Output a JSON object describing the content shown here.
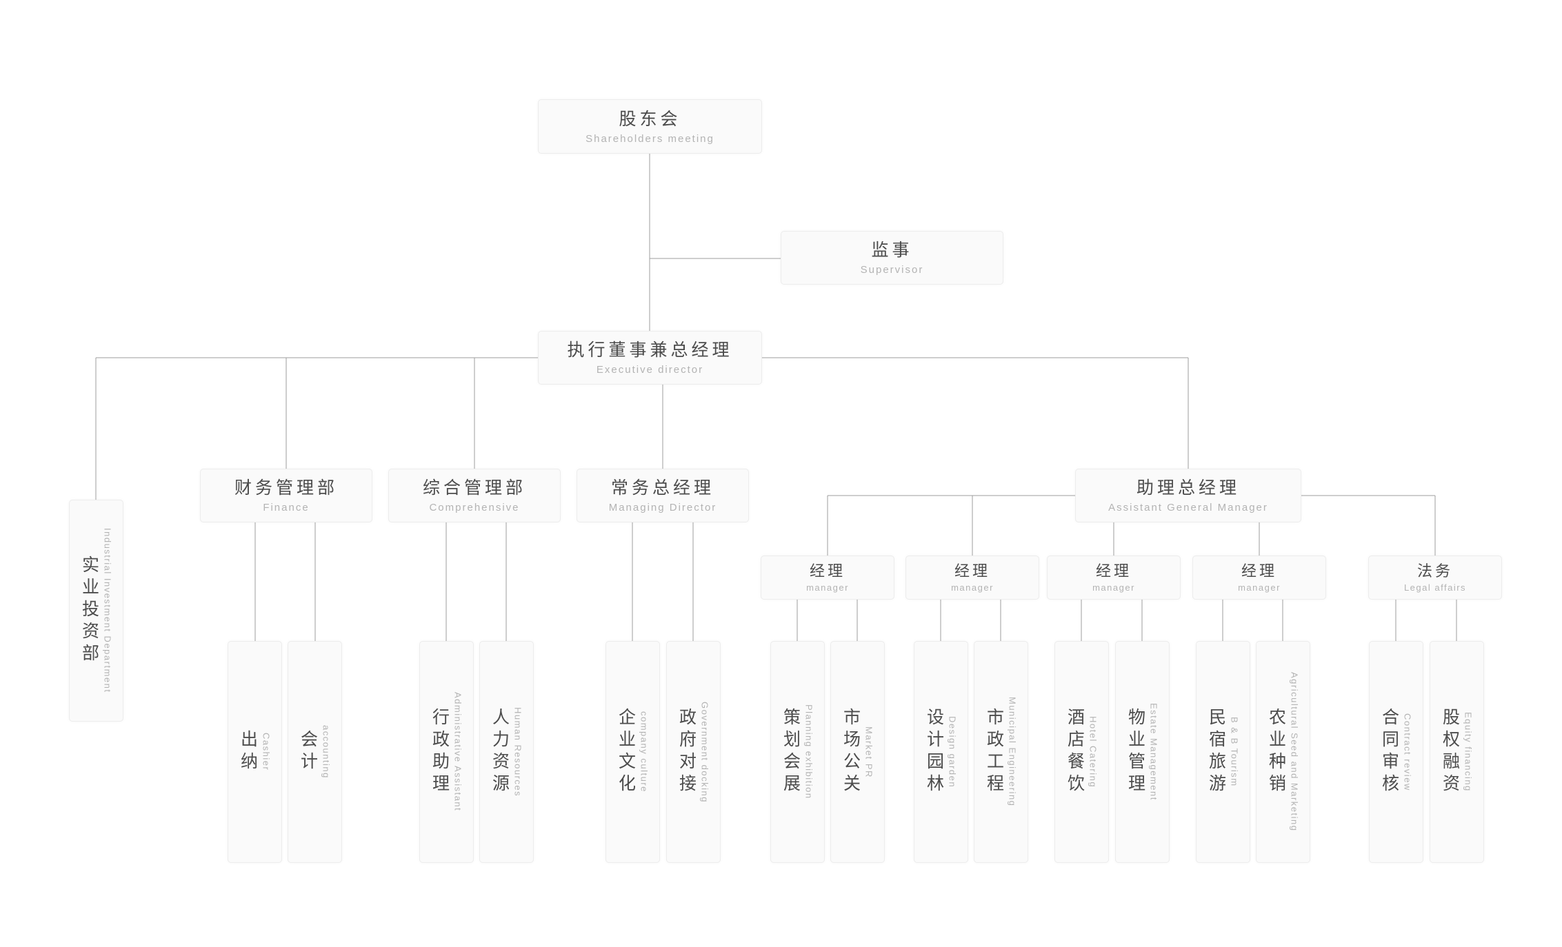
{
  "colors": {
    "background": "#ffffff",
    "node_background": "#fafafa",
    "node_border": "#ececec",
    "title_text": "#4c4c4c",
    "subtitle_text": "#b3b3b3",
    "connector_line": "#9e9e9e"
  },
  "nodes": {
    "shareholders": {
      "zh": "股东会",
      "en": "Shareholders meeting"
    },
    "supervisor": {
      "zh": "监事",
      "en": "Supervisor"
    },
    "executive_director": {
      "zh": "执行董事兼总经理",
      "en": "Executive director"
    },
    "industrial_investment": {
      "zh": "实业投资部",
      "en": "Industrial Investment Department"
    },
    "finance": {
      "zh": "财务管理部",
      "en": "Finance"
    },
    "comprehensive": {
      "zh": "综合管理部",
      "en": "Comprehensive"
    },
    "managing_director": {
      "zh": "常务总经理",
      "en": "Managing Director"
    },
    "assistant_gm": {
      "zh": "助理总经理",
      "en": "Assistant General Manager"
    },
    "manager_1": {
      "zh": "经理",
      "en": "manager"
    },
    "manager_2": {
      "zh": "经理",
      "en": "manager"
    },
    "manager_3": {
      "zh": "经理",
      "en": "manager"
    },
    "manager_4": {
      "zh": "经理",
      "en": "manager"
    },
    "legal_affairs": {
      "zh": "法务",
      "en": "Legal affairs"
    },
    "cashier": {
      "zh": "出纳",
      "en": "Cashier"
    },
    "accounting": {
      "zh": "会计",
      "en": "accounting"
    },
    "admin_assistant": {
      "zh": "行政助理",
      "en": "Administrative Assistant"
    },
    "human_resources": {
      "zh": "人力资源",
      "en": "Human Resources"
    },
    "company_culture": {
      "zh": "企业文化",
      "en": "company culture"
    },
    "government_docking": {
      "zh": "政府对接",
      "en": "Government docking"
    },
    "planning_exhibition": {
      "zh": "策划会展",
      "en": "Planning exhibition"
    },
    "market_pr": {
      "zh": "市场公关",
      "en": "Market PR"
    },
    "design_garden": {
      "zh": "设计园林",
      "en": "Design garden"
    },
    "municipal_engineering": {
      "zh": "市政工程",
      "en": "Municipal Engineering"
    },
    "hotel_catering": {
      "zh": "酒店餐饮",
      "en": "Hotel Catering"
    },
    "estate_management": {
      "zh": "物业管理",
      "en": "Estate Management"
    },
    "bnb_tourism": {
      "zh": "民宿旅游",
      "en": "B & B Tourism"
    },
    "agricultural_seed": {
      "zh": "农业种销",
      "en": "Agricultural Seed and Marketing"
    },
    "contract_review": {
      "zh": "合同审核",
      "en": "Contract review"
    },
    "equity_financing": {
      "zh": "股权融资",
      "en": "Equity financing"
    }
  }
}
